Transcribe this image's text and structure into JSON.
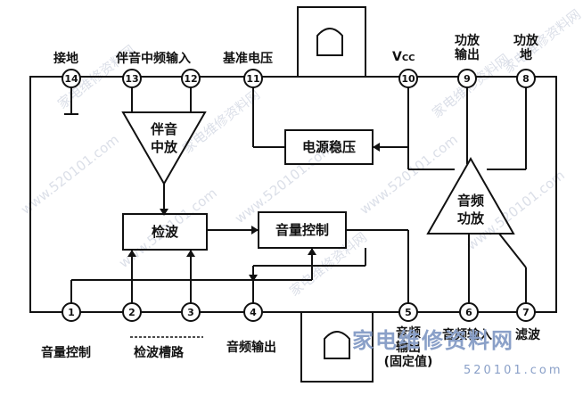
{
  "watermarks": {
    "site_cn": "家电维修资料网",
    "url": "www.520101.com",
    "logo_cn": "家电维修资料网",
    "logo_url": "520101.com"
  },
  "pins": {
    "top": [
      {
        "num": "14",
        "label": "接地"
      },
      {
        "num": "13",
        "label": "伴音中频输入"
      },
      {
        "num": "12",
        "label": ""
      },
      {
        "num": "11",
        "label": "基准电压"
      },
      {
        "num": "10",
        "label_main": "V",
        "label_sub": "CC"
      },
      {
        "num": "9",
        "label_line1": "功放",
        "label_line2": "输出"
      },
      {
        "num": "8",
        "label_line1": "功放",
        "label_line2": "地"
      }
    ],
    "bottom": [
      {
        "num": "1",
        "label": "音量控制"
      },
      {
        "num": "2",
        "label": ""
      },
      {
        "num": "3",
        "label": "检波槽路"
      },
      {
        "num": "4",
        "label": "音频输出"
      },
      {
        "num": "5",
        "label_line1": "音频",
        "label_line2": "输出",
        "label_line3": "(固定值)"
      },
      {
        "num": "6",
        "label": "音频输入"
      },
      {
        "num": "7",
        "label": "滤波"
      }
    ]
  },
  "blocks": {
    "if_amp_line1": "伴音",
    "if_amp_line2": "中放",
    "detector": "检波",
    "volume": "音量控制",
    "regulator": "电源稳压",
    "audio_amp_line1": "音频",
    "audio_amp_line2": "功放"
  }
}
